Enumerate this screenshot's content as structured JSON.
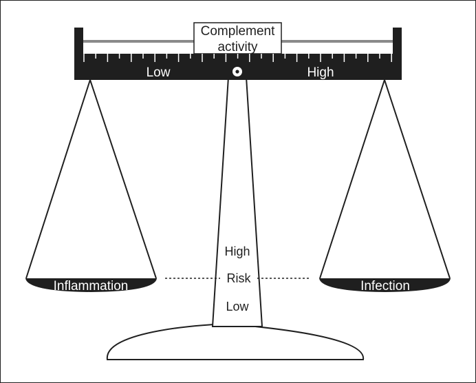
{
  "scale_title": {
    "line1": "Complement",
    "line2": "activity"
  },
  "beam": {
    "low_label": "Low",
    "high_label": "High"
  },
  "pans": {
    "left_label": "Inflammation",
    "right_label": "Infection"
  },
  "risk": {
    "label": "Risk",
    "high_label": "High",
    "low_label": "Low"
  },
  "colors": {
    "ink": "#1f1f1f",
    "rail": "#8a8a8a",
    "paper": "#ffffff"
  }
}
